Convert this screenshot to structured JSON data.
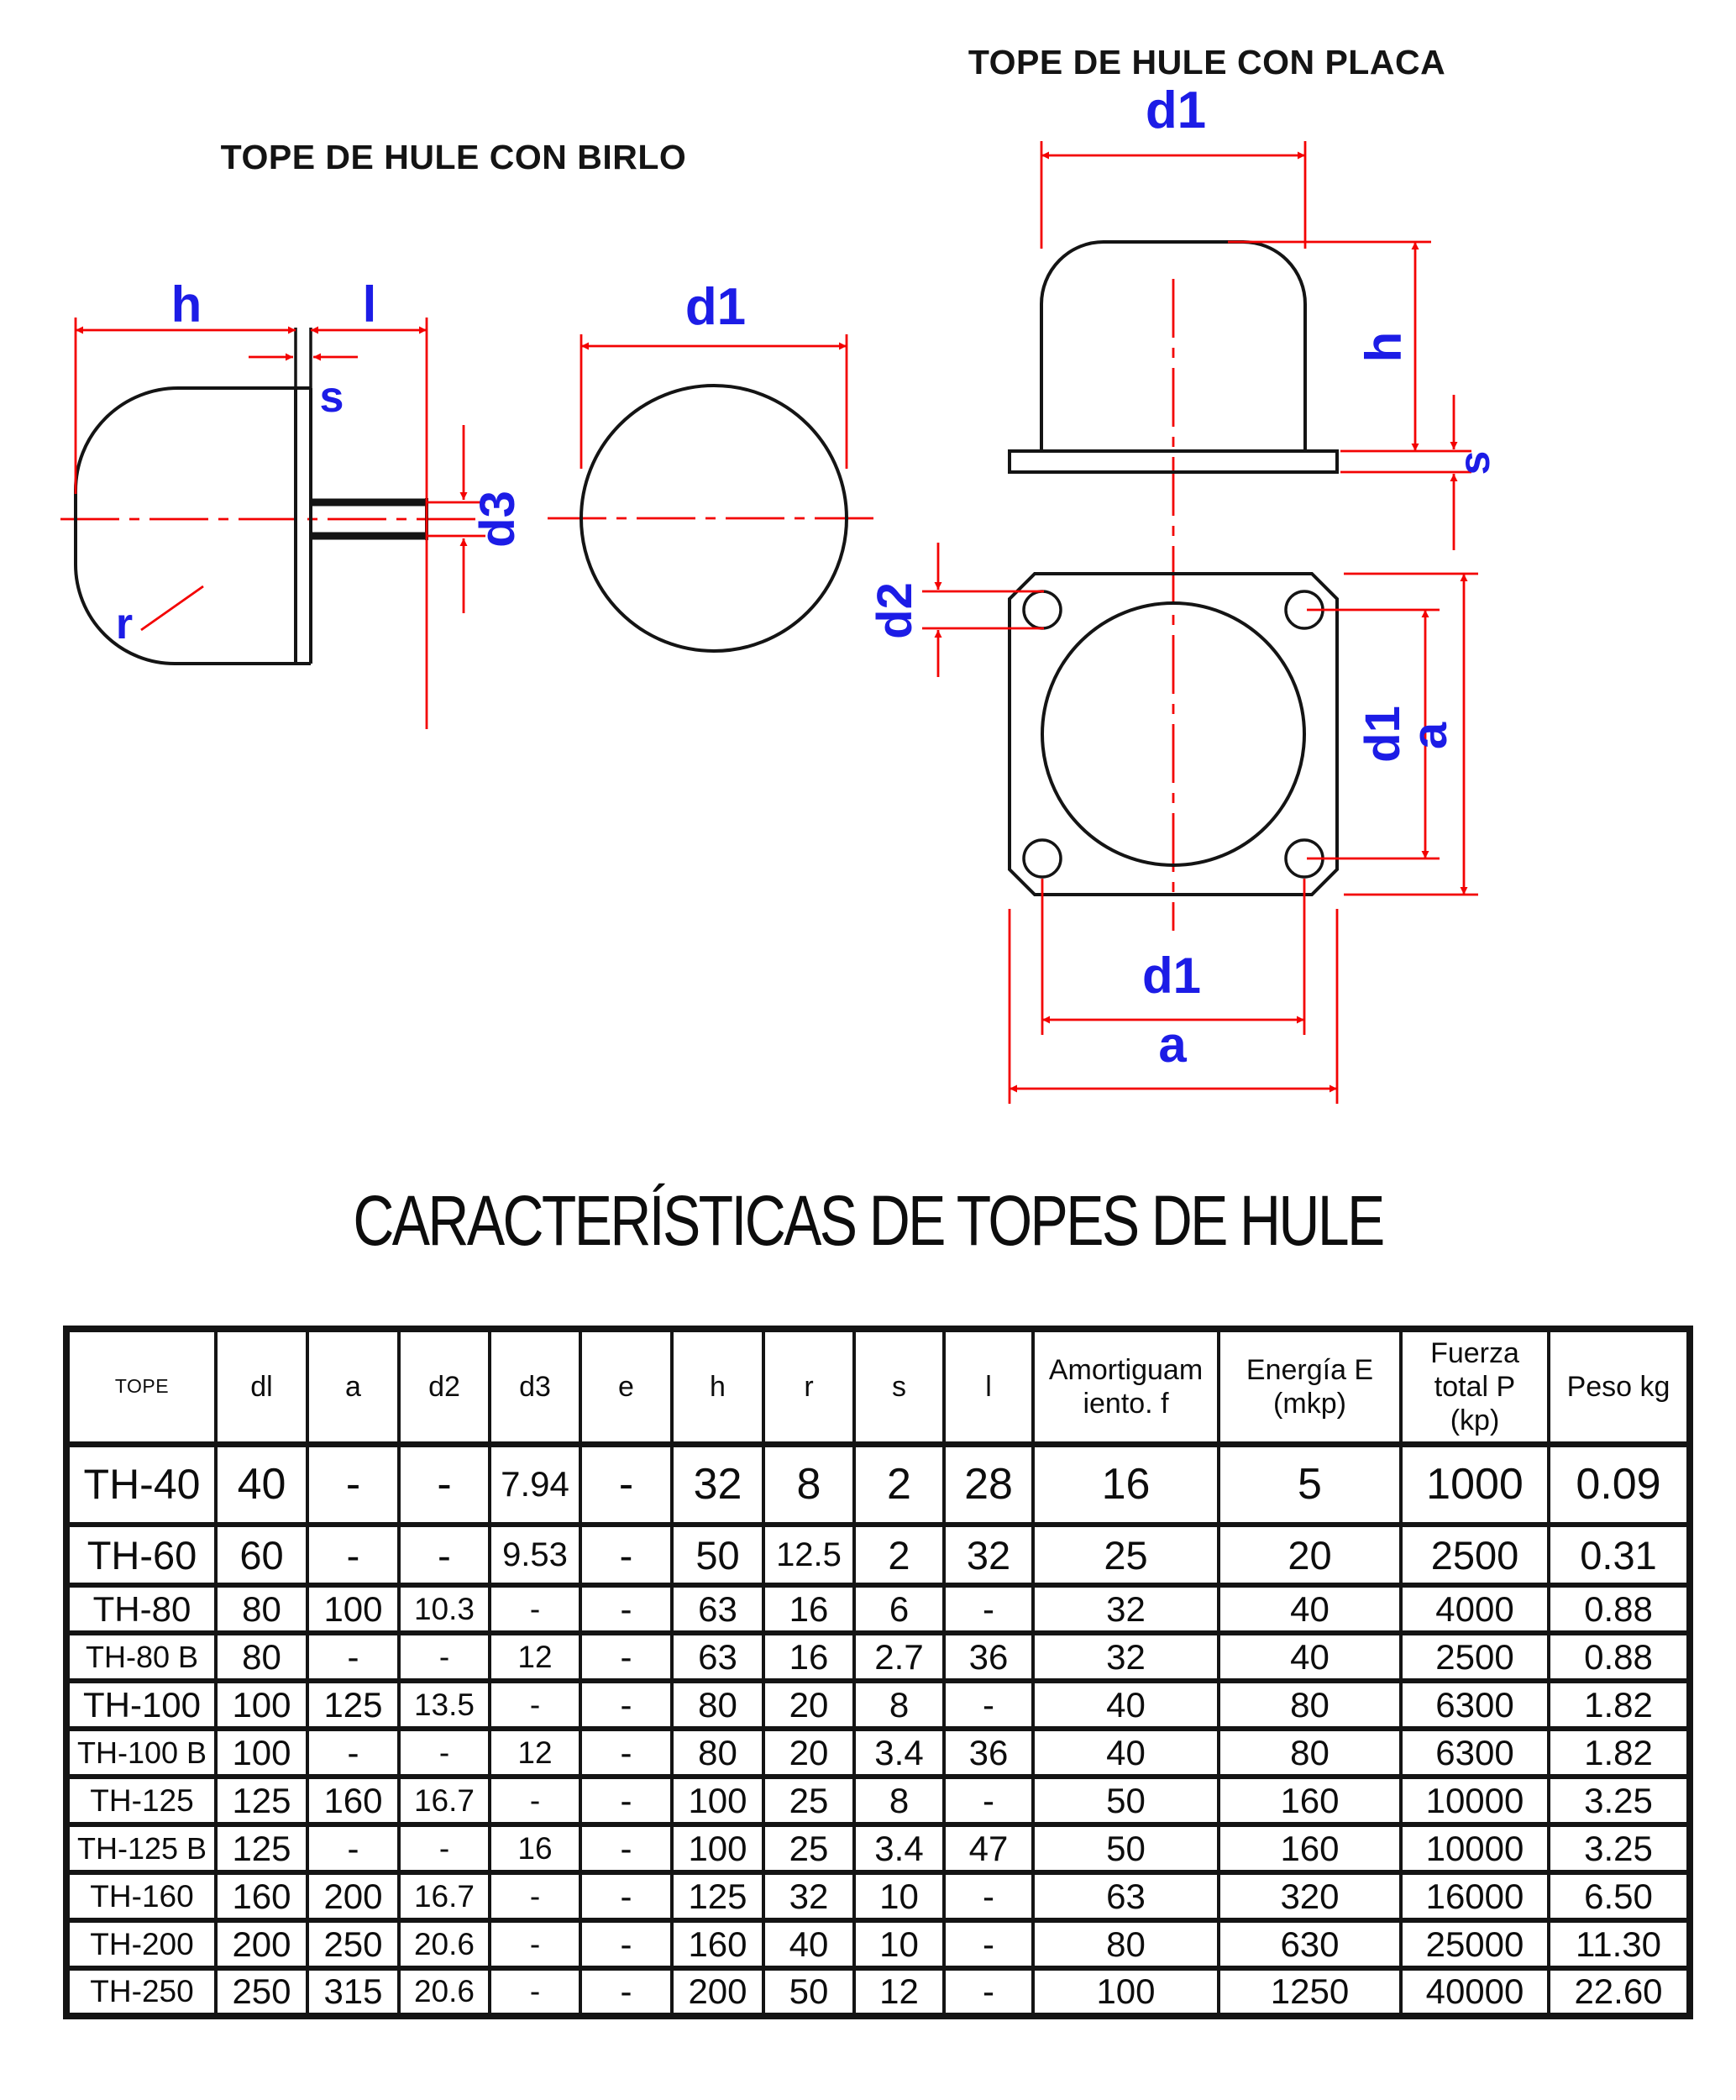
{
  "colors": {
    "dimension_red": "#f30202",
    "label_blue": "#1c1ce6",
    "outline_black": "#141414"
  },
  "drawings": {
    "birlo": {
      "title": "TOPE DE HULE CON BIRLO",
      "dims": {
        "h": "h",
        "l": "l",
        "s": "s",
        "d3": "d3",
        "r": "r",
        "d1": "d1"
      }
    },
    "placa": {
      "title": "TOPE DE HULE CON PLACA",
      "dims": {
        "d1_top": "d1",
        "h": "h",
        "s": "s",
        "d2": "d2",
        "d1_right": "d1",
        "a_right": "a",
        "d1_bottom": "d1",
        "a_bottom": "a"
      }
    }
  },
  "table": {
    "title": "CARACTERÍSTICAS DE TOPES DE HULE",
    "columns": [
      "TOPE",
      "dl",
      "a",
      "d2",
      "d3",
      "e",
      "h",
      "r",
      "s",
      "l",
      "Amortiguam\niento. f",
      "Energía E\n(mkp)",
      "Fuerza\ntotal P\n(kp)",
      "Peso kg"
    ],
    "rows": [
      [
        "TH-40",
        "40",
        "-",
        "-",
        "7.94",
        "-",
        "32",
        "8",
        "2",
        "28",
        "16",
        "5",
        "1000",
        "0.09"
      ],
      [
        "TH-60",
        "60",
        "-",
        "-",
        "9.53",
        "-",
        "50",
        "12.5",
        "2",
        "32",
        "25",
        "20",
        "2500",
        "0.31"
      ],
      [
        "TH-80",
        "80",
        "100",
        "10.3",
        "-",
        "-",
        "63",
        "16",
        "6",
        "-",
        "32",
        "40",
        "4000",
        "0.88"
      ],
      [
        "TH-80 B",
        "80",
        "-",
        "-",
        "12",
        "-",
        "63",
        "16",
        "2.7",
        "36",
        "32",
        "40",
        "2500",
        "0.88"
      ],
      [
        "TH-100",
        "100",
        "125",
        "13.5",
        "-",
        "-",
        "80",
        "20",
        "8",
        "-",
        "40",
        "80",
        "6300",
        "1.82"
      ],
      [
        "TH-100 B",
        "100",
        "-",
        "-",
        "12",
        "-",
        "80",
        "20",
        "3.4",
        "36",
        "40",
        "80",
        "6300",
        "1.82"
      ],
      [
        "TH-125",
        "125",
        "160",
        "16.7",
        "-",
        "-",
        "100",
        "25",
        "8",
        "-",
        "50",
        "160",
        "10000",
        "3.25"
      ],
      [
        "TH-125 B",
        "125",
        "-",
        "-",
        "16",
        "-",
        "100",
        "25",
        "3.4",
        "47",
        "50",
        "160",
        "10000",
        "3.25"
      ],
      [
        "TH-160",
        "160",
        "200",
        "16.7",
        "-",
        "-",
        "125",
        "32",
        "10",
        "-",
        "63",
        "320",
        "16000",
        "6.50"
      ],
      [
        "TH-200",
        "200",
        "250",
        "20.6",
        "-",
        "-",
        "160",
        "40",
        "10",
        "-",
        "80",
        "630",
        "25000",
        "11.30"
      ],
      [
        "TH-250",
        "250",
        "315",
        "20.6",
        "-",
        "-",
        "200",
        "50",
        "12",
        "-",
        "100",
        "1250",
        "40000",
        "22.60"
      ]
    ]
  }
}
